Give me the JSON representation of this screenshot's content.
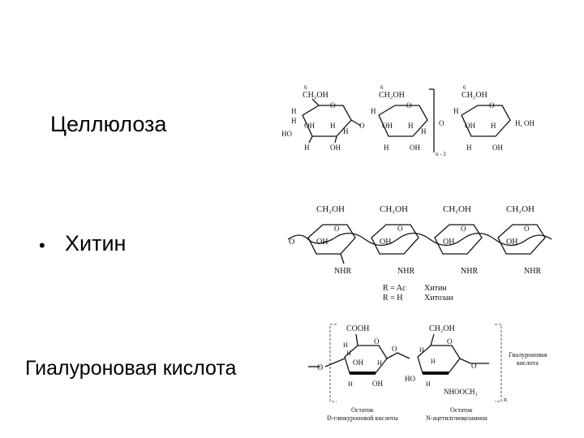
{
  "slide": {
    "cellulose_label": "Целлюлоза",
    "chitin_label": "Хитин",
    "chitin_bullet": "•",
    "hyaluronic_label": "Гиалуроновая кислота"
  },
  "cellulose_structure": {
    "ch2oh": "CH₂OH",
    "oxygen": "O",
    "h": "H",
    "oh": "OH",
    "ho": "HO",
    "c6": "6",
    "repeat": "n - 2",
    "end": "H, OH"
  },
  "chitin_structure": {
    "ch2oh": "CH₂OH",
    "oxygen": "O",
    "oh": "OH",
    "nhr": "NHR",
    "legend_r_ac": "R = Ac",
    "legend_r_h": "R = H",
    "legend_chitin": "Хитин",
    "legend_chitosan": "Хитозан"
  },
  "hyaluronic_structure": {
    "cooh": "COOH",
    "ch2oh": "CH₂OH",
    "oxygen": "O",
    "h": "H",
    "oh": "OH",
    "ho": "HO",
    "nhcoch3": "NHOOCH₃",
    "repeat": "n",
    "side_label_1": "Гиалуроновая",
    "side_label_2": "кислота",
    "residue1_line1": "Остаток",
    "residue1_line2": "D-глюкуроновой кислоты",
    "residue2_line1": "Остаток",
    "residue2_line2": "N-ацетилглюкозамина"
  }
}
